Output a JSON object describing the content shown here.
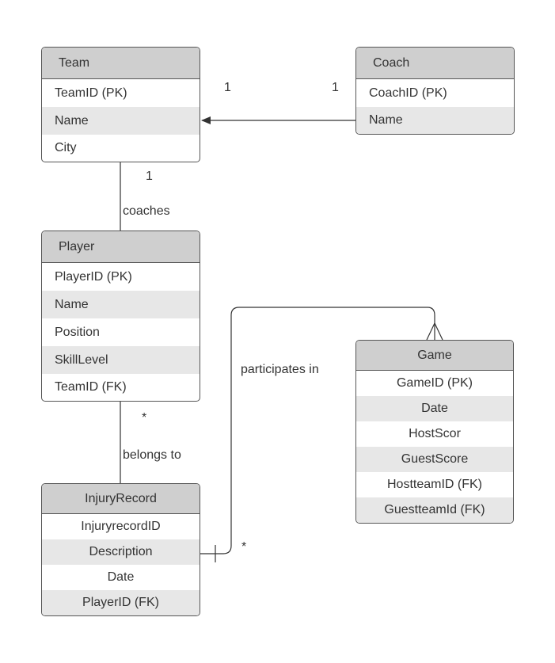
{
  "entities": {
    "team": {
      "title": "Team",
      "fields": [
        "TeamID (PK)",
        "Name",
        "City"
      ]
    },
    "coach": {
      "title": "Coach",
      "fields": [
        "CoachID (PK)",
        "Name"
      ]
    },
    "player": {
      "title": "Player",
      "fields": [
        "PlayerID (PK)",
        "Name",
        "Position",
        "SkillLevel",
        "TeamID (FK)"
      ]
    },
    "game": {
      "title": "Game",
      "fields": [
        "GameID (PK)",
        "Date",
        "HostScor",
        "GuestScore",
        "HostteamID (FK)",
        "GuestteamId (FK)"
      ]
    },
    "injury": {
      "title": "InjuryRecord",
      "fields": [
        "InjuryrecordID",
        "Description",
        "Date",
        "PlayerID (FK)"
      ]
    }
  },
  "relationships": {
    "team_coach": {
      "left_mult": "1",
      "right_mult": "1"
    },
    "team_player": {
      "mult": "1",
      "label": "coaches"
    },
    "player_injury": {
      "mult": "*",
      "label": "belongs to"
    },
    "injury_game": {
      "label": "participates in",
      "mult": "*"
    }
  },
  "colors": {
    "header_bg": "#cfcfcf",
    "alt_row_bg": "#e7e7e7",
    "border": "#555555",
    "line": "#333333"
  }
}
